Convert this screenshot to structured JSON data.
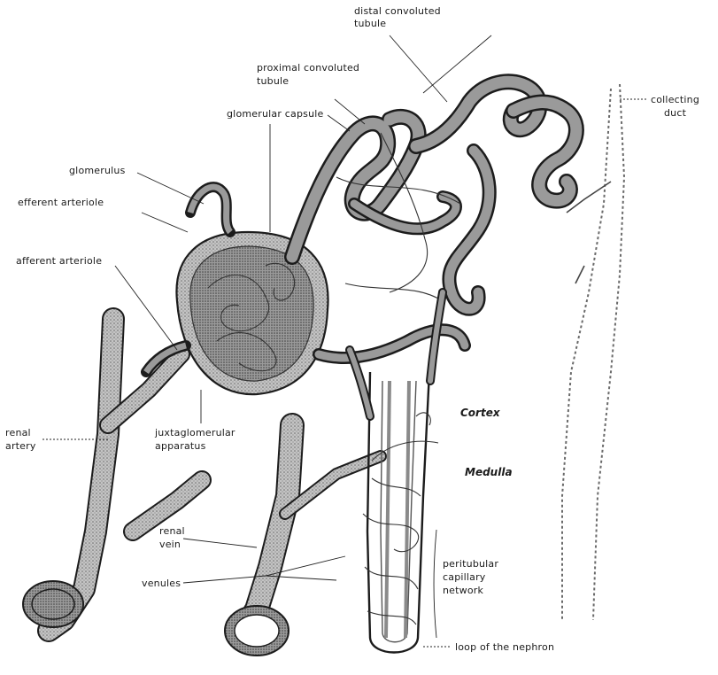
{
  "labels": {
    "distal_convoluted_tubule": [
      "distal convoluted",
      "tubule"
    ],
    "proximal_convoluted_tubule": [
      "proximal convoluted",
      "tubule"
    ],
    "glomerular_capsule": "glomerular capsule",
    "glomerulus": "glomerulus",
    "efferent_arteriole": "efferent arteriole",
    "afferent_arteriole": "afferent arteriole",
    "renal_artery": [
      "renal",
      "artery"
    ],
    "juxtaglomerular_apparatus": [
      "juxtaglomerular",
      "apparatus"
    ],
    "cortex": "Cortex",
    "medulla": "Medulla",
    "collecting_duct": [
      "collecting",
      "duct"
    ],
    "renal_vein": [
      "renal",
      "vein"
    ],
    "venules": "venules",
    "peritubular_capillary_network": [
      "peritubular",
      "capillary",
      "network"
    ],
    "loop_of_the_nephron": "loop of the nephron"
  },
  "colors": {
    "ink": "#1c1c1c",
    "stipple": "#8a8a8a",
    "paper": "#ffffff"
  }
}
